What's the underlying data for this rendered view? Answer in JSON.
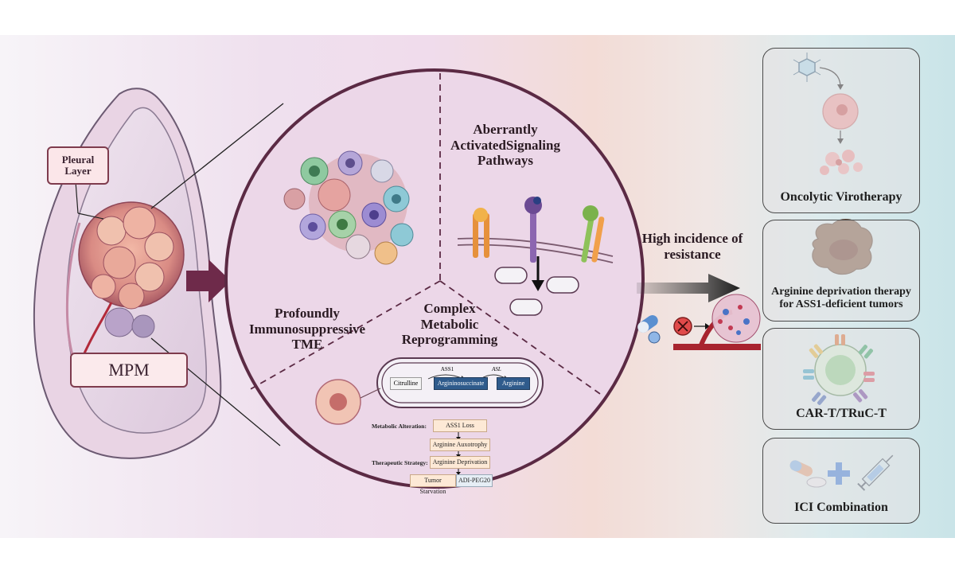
{
  "labels": {
    "pleural_layer": "Pleural Layer",
    "mpm": "MPM",
    "tme": "Profoundly Immunosuppressive TME",
    "signaling": "Aberrantly ActivatedSignaling Pathways",
    "metabolic": "Complex Metabolic Reprogramming",
    "resistance": "High incidence of resistance"
  },
  "mitochondria": {
    "citrulline": "Citrulline",
    "argininosuccinate": "Argininosuccinate",
    "arginine": "Arginine",
    "enzyme1": "ASS1",
    "enzyme2": "ASL"
  },
  "flowchart": {
    "metabolic_alteration_label": "Metabolic Alteration:",
    "therapeutic_strategy_label": "Therapeutic Strategy:",
    "ass1_loss": "ASS1 Loss",
    "auxotrophy": "Arginine Auxotrophy",
    "deprivation": "Arginine Deprivation",
    "tumor_starvation": "Tumor Starvation",
    "adi_peg20": "ADI-PEG20"
  },
  "therapies": [
    {
      "title": "Oncolytic Virotherapy",
      "icon": "virus-lysis-icon"
    },
    {
      "title": "Arginine deprivation therapy for ASS1-deficient tumors",
      "icon": "starved-tumor-icon"
    },
    {
      "title": "CAR-T/TRuC-T",
      "icon": "car-t-cell-icon"
    },
    {
      "title": "ICI Combination",
      "icon": "pill-plus-syringe-icon"
    }
  ],
  "colors": {
    "border": "#5b2a44",
    "accent_arrow": "#6e2a4a",
    "panel_border": "#4a4a4a"
  }
}
